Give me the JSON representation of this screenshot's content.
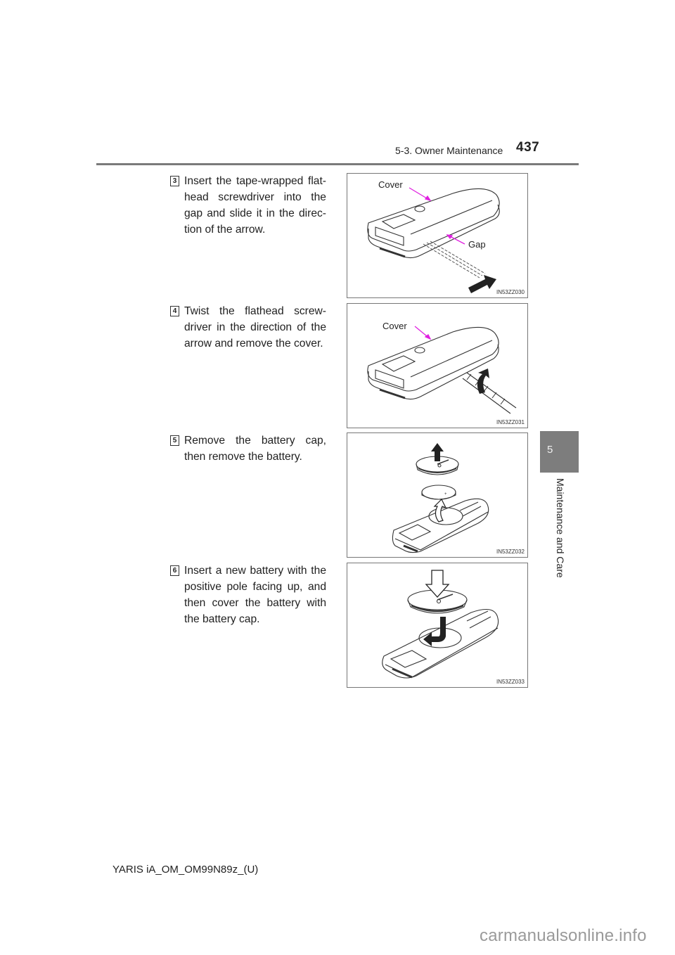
{
  "header": {
    "section": "5-3. Owner Maintenance",
    "page_number": "437"
  },
  "side_tab": {
    "chapter_number": "5",
    "chapter_title": "Maintenance and Care"
  },
  "steps": [
    {
      "number": "3",
      "text": "Insert the tape-wrapped flat-head screwdriver into the gap and slide it in the direc-tion of the arrow.",
      "figure": {
        "code": "IN53ZZ030",
        "labels": [
          "Cover",
          "Gap"
        ],
        "icons": [
          "key-fob-illustration",
          "screwdriver-icon",
          "arrow-icon"
        ]
      }
    },
    {
      "number": "4",
      "text": "Twist the flathead screw-driver in the direction of the arrow and remove the cover.",
      "figure": {
        "code": "IN53ZZ031",
        "labels": [
          "Cover"
        ],
        "icons": [
          "key-fob-illustration",
          "screwdriver-icon",
          "curved-arrow-icon"
        ]
      }
    },
    {
      "number": "5",
      "text": "Remove the battery cap, then remove the battery.",
      "figure": {
        "code": "IN53ZZ032",
        "labels": [],
        "icons": [
          "battery-cap-illustration",
          "coin-battery-illustration",
          "up-arrow-icon"
        ]
      }
    },
    {
      "number": "6",
      "text": "Insert a new battery with the positive pole facing up, and then cover the battery with the battery cap.",
      "figure": {
        "code": "IN53ZZ033",
        "labels": [],
        "icons": [
          "battery-cap-illustration",
          "down-arrow-icon"
        ]
      }
    }
  ],
  "footer": {
    "document_code": "YARIS iA_OM_OM99N89z_(U)",
    "watermark": "carmanualsonline.info"
  },
  "colors": {
    "header_rule": "#7a7a7a",
    "side_tab": "#7d7d7d",
    "leader_line": "#e020e0",
    "watermark": "#9a9a9a"
  }
}
